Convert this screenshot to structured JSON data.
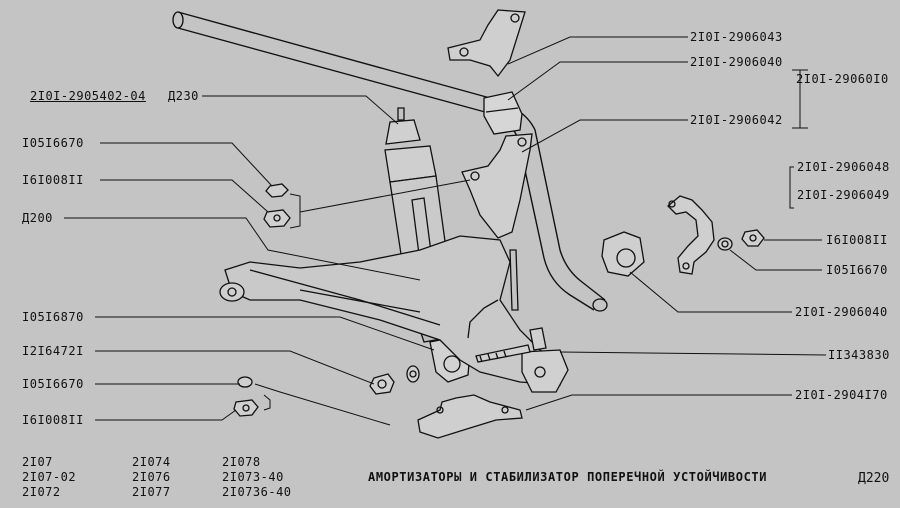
{
  "labels": {
    "top_1": "2I0I-2906043",
    "top_2": "2I0I-2906040",
    "top_3": "2I0I-2906042",
    "group_top": "2I0I-29060I0",
    "shock_code": "2I0I-2905402-04",
    "shock_ref": "Д230",
    "left_1": "I05I6670",
    "left_2": "I6I008II",
    "left_3": "Д200",
    "right_grp_1": "2I0I-2906048",
    "right_grp_2": "2I0I-2906049",
    "right_nut": "I6I008II",
    "right_washer": "I05I6670",
    "right_cushion": "2I0I-2906040",
    "left_4": "I05I6870",
    "left_5": "I2I6472I",
    "left_6": "I05I6670",
    "left_7": "I6I008II",
    "right_bolt": "II343830",
    "right_bracket": "2I0I-2904I70"
  },
  "models": [
    "2I07",
    "2I074",
    "2I078",
    "2I07-02",
    "2I076",
    "2I073-40",
    "2I072",
    "2I077",
    "2I0736-40"
  ],
  "caption": "АМОРТИЗАТОРЫ И СТАБИЛИЗАТОР ПОПЕРЕЧНОЙ УСТОЙЧИВОСТИ",
  "page_ref": "Д220",
  "colors": {
    "background": "#c4c4c4",
    "ink": "#111111"
  }
}
